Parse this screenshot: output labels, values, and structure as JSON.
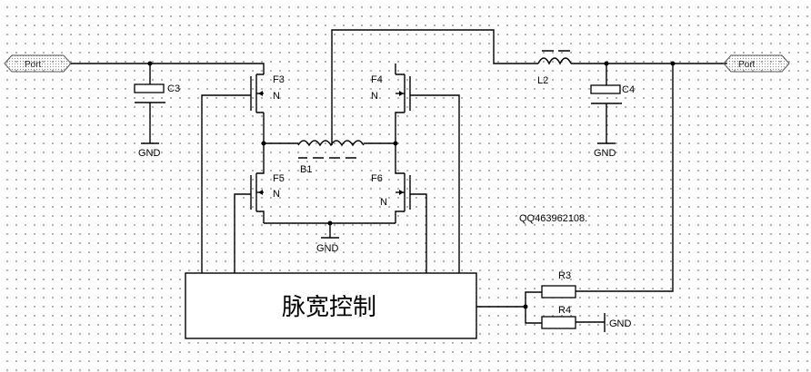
{
  "ports": {
    "left": "Port",
    "right": "Port"
  },
  "components": {
    "c3": "C3",
    "c4": "C4",
    "l2": "L2",
    "b1": "B1",
    "f3": "F3",
    "f4": "F4",
    "f5": "F5",
    "f6": "F6",
    "channel": "N",
    "r3": "R3",
    "r4": "R4"
  },
  "grounds": {
    "c3": "GND",
    "c4": "GND",
    "bridge": "GND",
    "r4": "GND"
  },
  "controller": {
    "label": "脉宽控制"
  },
  "watermark": "QQ463962108."
}
